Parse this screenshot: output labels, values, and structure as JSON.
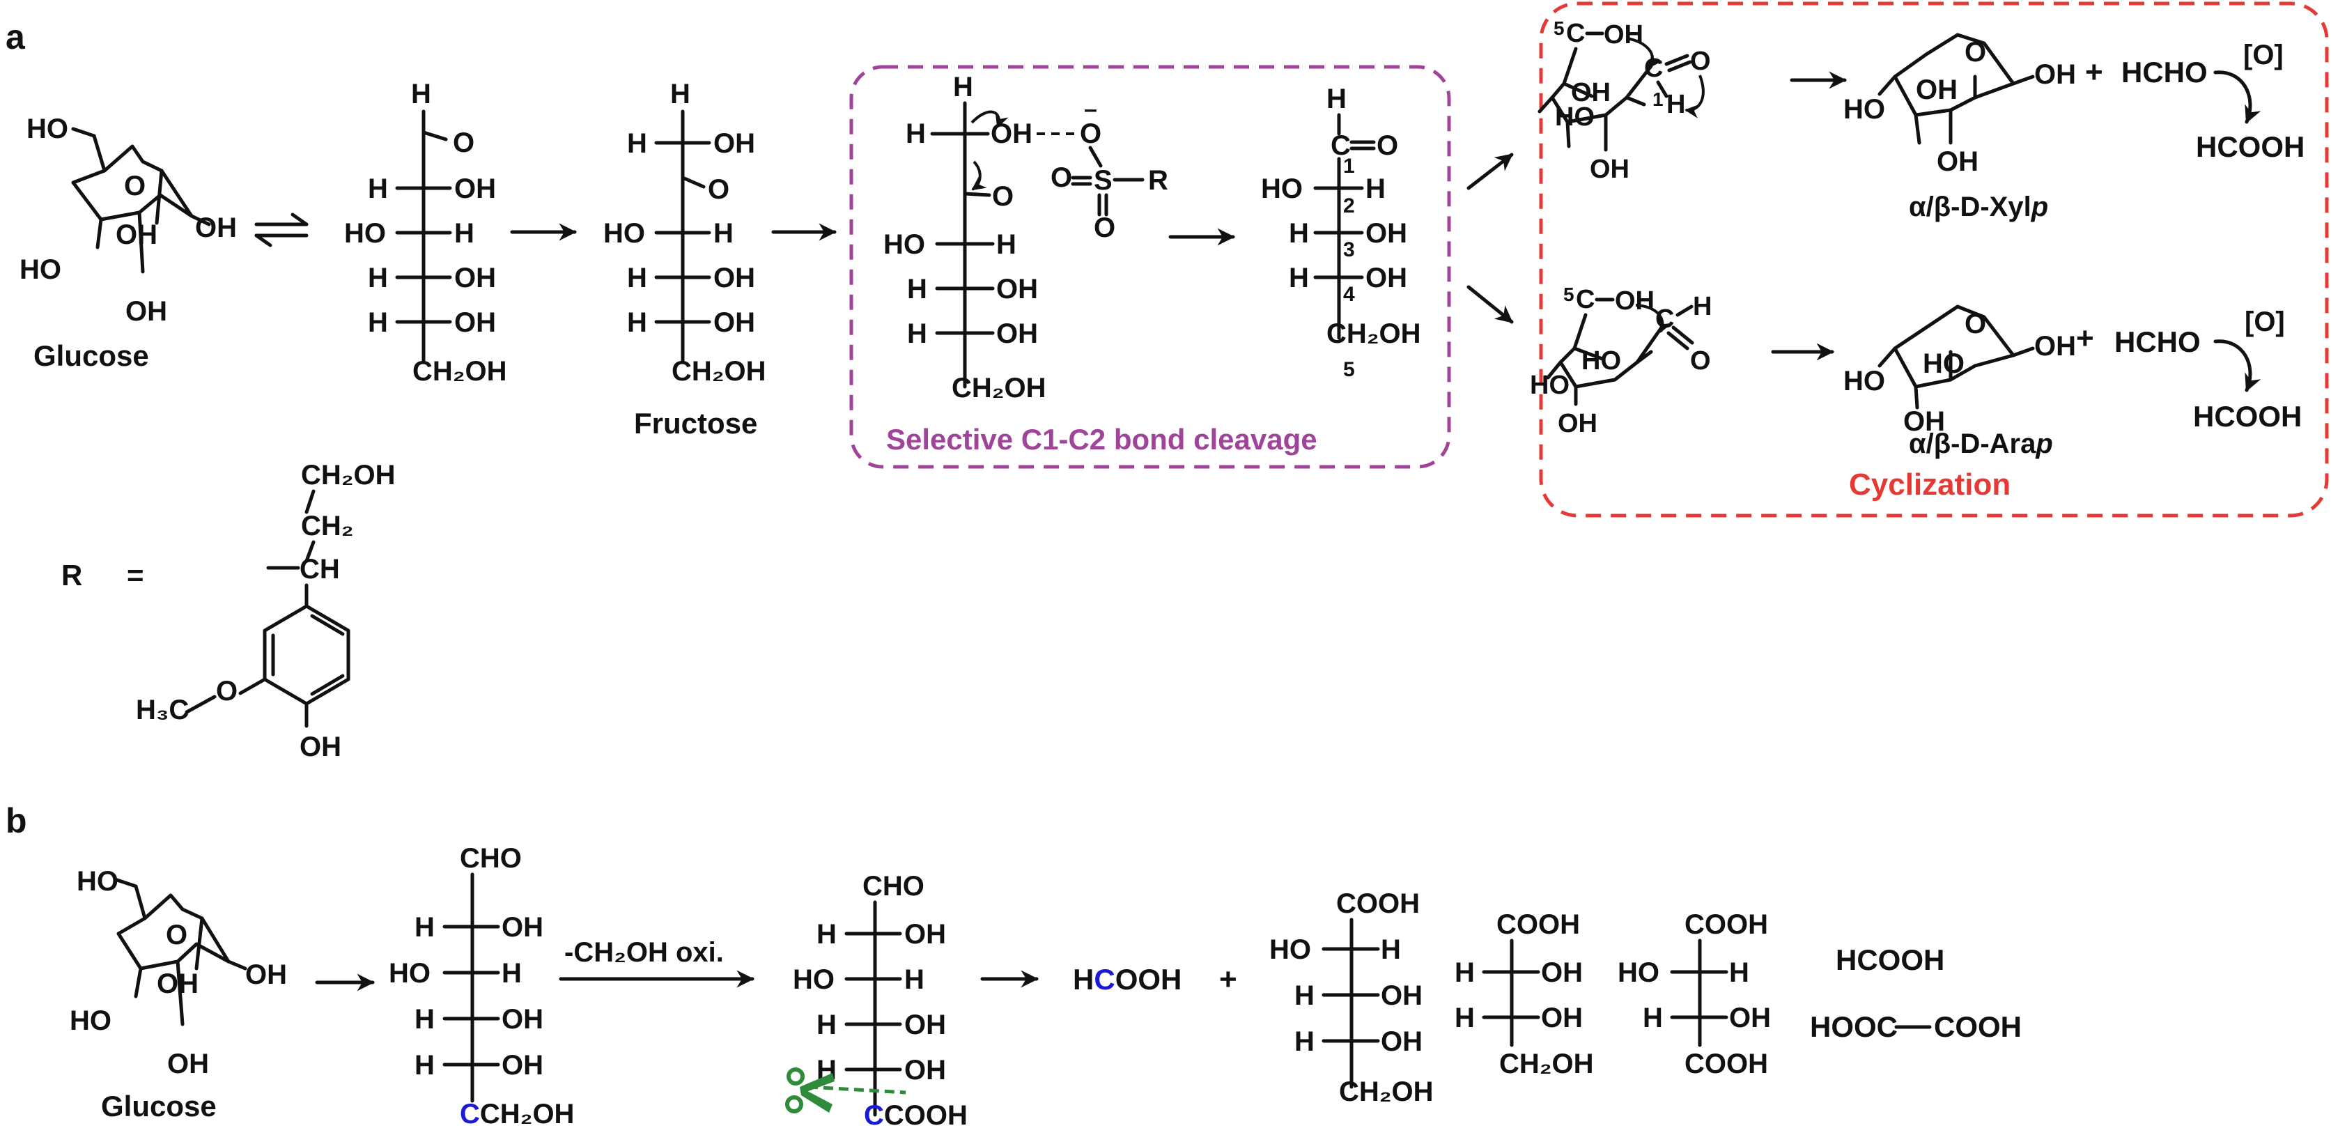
{
  "panels": {
    "a": "a",
    "b": "b"
  },
  "colors": {
    "purple": "#a0449a",
    "red": "#e53935",
    "blue": "#1a1ad6",
    "green": "#2e8b3a"
  },
  "atoms": {
    "H": "H",
    "HO": "HO",
    "OH": "OH",
    "O": "O",
    "CH2OH": "CH₂OH",
    "CH2": "CH₂",
    "CH": "CH",
    "C": "C",
    "CHO": "CHO",
    "COOH": "COOH",
    "HOOC": "HOOC",
    "S": "S",
    "O_minus": "O",
    "minus": "–",
    "H3CO": "H₃C",
    "Otxt": "O",
    "HCHO": "HCHO",
    "HCOOH": "HCOOH",
    "ox": "[O]",
    "plus": "+",
    "equals": "=",
    "R": "R",
    "n1": "1",
    "n2": "2",
    "n3": "3",
    "n4": "4",
    "n5": "5"
  },
  "panel_a": {
    "glucose": "Glucose",
    "fructose": "Fructose",
    "box_purple": "Selective C1-C2 bond cleavage",
    "box_red": "Cyclization",
    "xylp": "α/β-D-Xyl",
    "arap": "α/β-D-Ara",
    "p": "p"
  },
  "panel_b": {
    "glucose": "Glucose",
    "oxidation": "-CH₂OH oxi.",
    "h_blue": "H",
    "c_blue": "C",
    "ooh": "OOH"
  }
}
